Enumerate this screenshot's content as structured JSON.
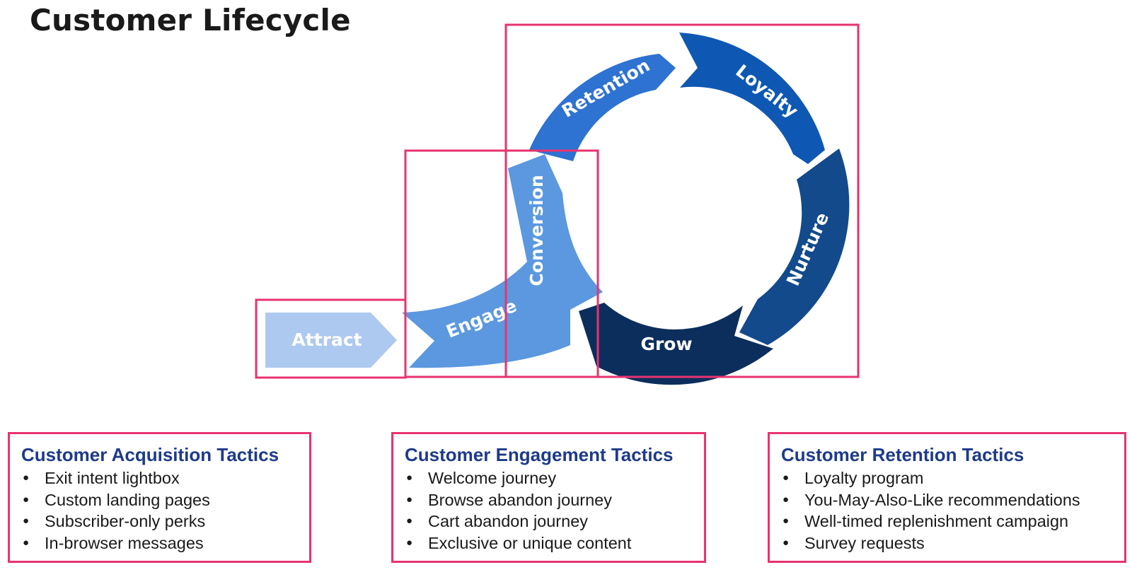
{
  "title": "Customer Lifecycle",
  "stages": {
    "attract": "Attract",
    "engage": "Engage",
    "conversion": "Conversion",
    "retention": "Retention",
    "loyalty": "Loyalty",
    "nurture": "Nurture",
    "grow": "Grow"
  },
  "colors": {
    "attract": "#adc9ef",
    "engage": "#5b98df",
    "conversion": "#5b98df",
    "retention": "#2e72d2",
    "loyalty": "#0e58b3",
    "nurture": "#124a8c",
    "grow": "#0b2e5c",
    "highlight": "#e8336e",
    "heading": "#1e3a8a"
  },
  "tactics": [
    {
      "heading": "Customer Acquisition Tactics",
      "items": [
        "Exit intent lightbox",
        "Custom landing pages",
        "Subscriber-only perks",
        "In-browser messages"
      ]
    },
    {
      "heading": "Customer Engagement Tactics",
      "items": [
        "Welcome journey",
        "Browse abandon journey",
        "Cart abandon journey",
        "Exclusive or unique content"
      ]
    },
    {
      "heading": "Customer Retention Tactics",
      "items": [
        "Loyalty program",
        "You-May-Also-Like recommendations",
        "Well-timed replenishment campaign",
        "Survey requests"
      ]
    }
  ]
}
